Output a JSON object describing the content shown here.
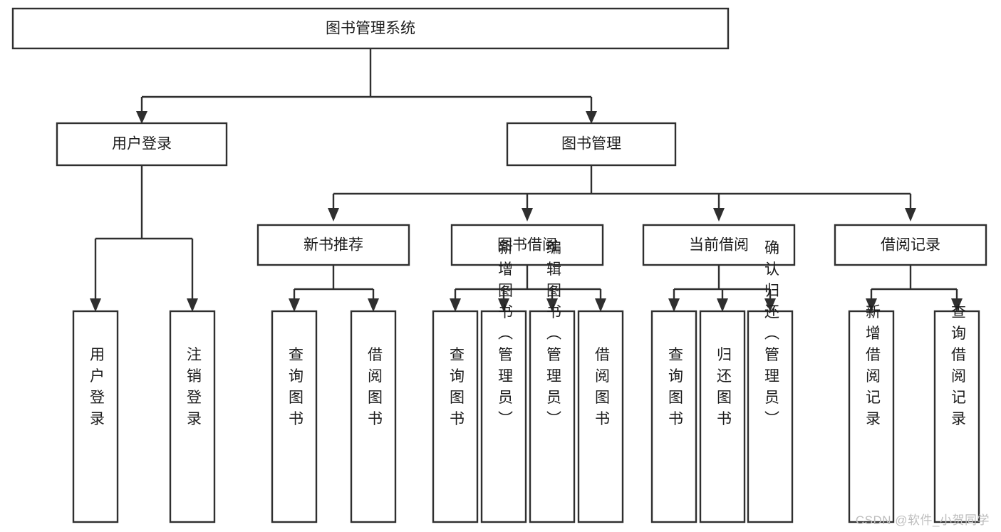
{
  "diagram": {
    "type": "tree",
    "title": "图书管理系统",
    "watermark": "CSDN @软件_小贺同学",
    "colors": {
      "box_stroke": "#2f2f2f",
      "box_fill": "#ffffff",
      "text": "#1c1c1c",
      "watermark": "#bdbdbd",
      "background": "#ffffff"
    },
    "root": {
      "label": "图书管理系统"
    },
    "level2": [
      {
        "label": "用户登录"
      },
      {
        "label": "图书管理"
      }
    ],
    "level3": [
      {
        "label": "新书推荐"
      },
      {
        "label": "图书借阅"
      },
      {
        "label": "当前借阅"
      },
      {
        "label": "借阅记录"
      }
    ],
    "leaves_user_login": [
      {
        "label": "用户登录"
      },
      {
        "label": "注销登录"
      }
    ],
    "leaves_new_book": [
      {
        "label": "查询图书"
      },
      {
        "label": "借阅图书"
      }
    ],
    "leaves_borrow": [
      {
        "label": "查询图书"
      },
      {
        "label": "新增图书（管理员）"
      },
      {
        "label": "编辑图书（管理员）"
      },
      {
        "label": "借阅图书"
      }
    ],
    "leaves_current": [
      {
        "label": "查询图书"
      },
      {
        "label": "归还图书"
      },
      {
        "label": "确认归还（管理员）"
      }
    ],
    "leaves_records": [
      {
        "label": "新增借阅记录"
      },
      {
        "label": "查询借阅记录"
      }
    ]
  }
}
